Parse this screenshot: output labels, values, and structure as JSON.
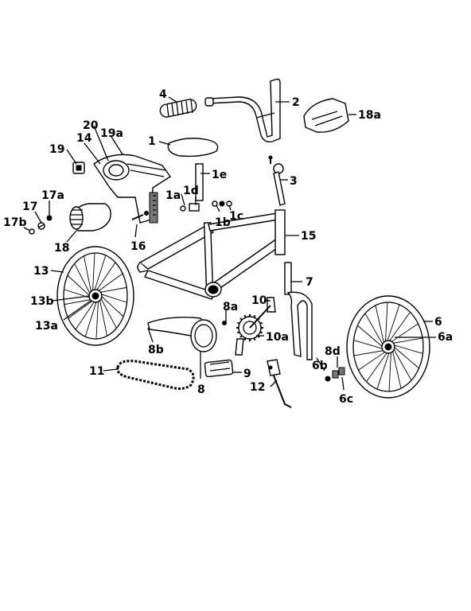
{
  "diagram": {
    "labels": {
      "p1": "1",
      "p1a": "1a",
      "p1b": "1b",
      "p1c": "1c",
      "p1d": "1d",
      "p1e": "1e",
      "p2": "2",
      "p3": "3",
      "p4": "4",
      "p6": "6",
      "p6a": "6a",
      "p6b": "6b",
      "p6c": "6c",
      "p7": "7",
      "p8": "8",
      "p8a": "8a",
      "p8b": "8b",
      "p8d": "8d",
      "p9": "9",
      "p10": "10",
      "p10a": "10a",
      "p11": "11",
      "p12": "12",
      "p13": "13",
      "p13a": "13a",
      "p13b": "13b",
      "p14": "14",
      "p15": "15",
      "p16": "16",
      "p17": "17",
      "p17a": "17a",
      "p17b": "17b",
      "p18": "18",
      "p18a": "18a",
      "p19": "19",
      "p19a": "19a",
      "p20": "20"
    },
    "colors": {
      "ink": "#000000",
      "paper": "#ffffff"
    }
  }
}
